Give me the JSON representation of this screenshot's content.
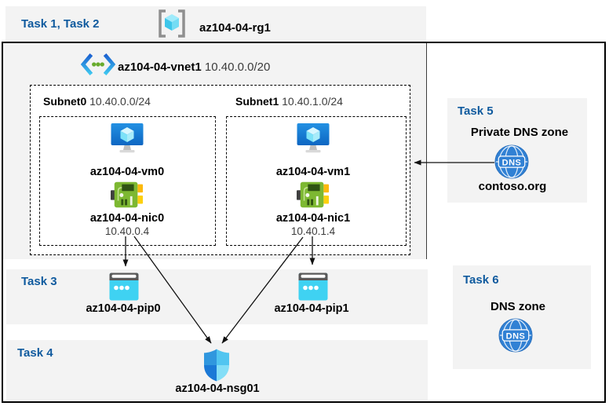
{
  "colors": {
    "task_heading": "#0f5a9e",
    "band_background": "#f3f3f3",
    "arrow": "#111111",
    "vm_blue": "#1385dc",
    "nic_green": "#7db832",
    "pip_cyan": "#3fd2f2",
    "dns_blue": "#3181d4"
  },
  "top": {
    "heading": "Task 1, Task 2",
    "rg_name": "az104-04-rg1"
  },
  "vnet": {
    "name": "az104-04-vnet1",
    "cidr": "10.40.0.0/20"
  },
  "subnets": [
    {
      "name": "Subnet0",
      "cidr": "10.40.0.0/24",
      "vm_name": "az104-04-vm0",
      "nic_name": "az104-04-nic0",
      "nic_ip": "10.40.0.4"
    },
    {
      "name": "Subnet1",
      "cidr": "10.40.1.0/24",
      "vm_name": "az104-04-vm1",
      "nic_name": "az104-04-nic1",
      "nic_ip": "10.40.1.4"
    }
  ],
  "task3": {
    "heading": "Task 3",
    "pip0": "az104-04-pip0",
    "pip1": "az104-04-pip1"
  },
  "task4": {
    "heading": "Task 4",
    "nsg_name": "az104-04-nsg01"
  },
  "task5": {
    "heading": "Task 5",
    "title": "Private DNS zone",
    "zone_name": "contoso.org"
  },
  "task6": {
    "heading": "Task 6",
    "title": "DNS zone"
  },
  "dns_icon_text": "DNS"
}
